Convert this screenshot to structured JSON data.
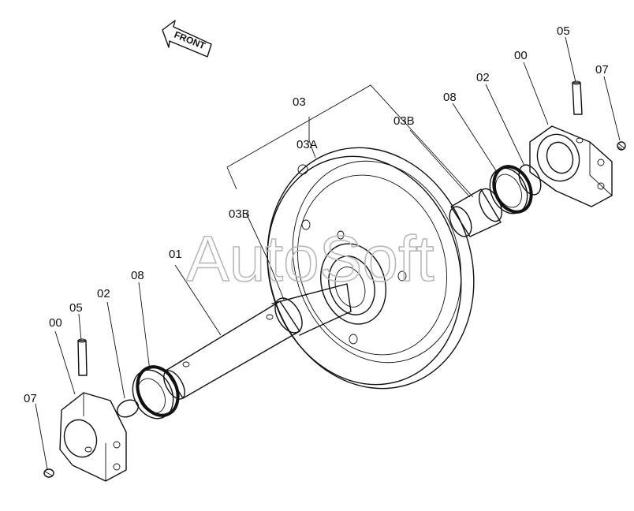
{
  "front_label": "FRONT",
  "watermark": "AutoSoft",
  "callouts": {
    "assembly": "03",
    "wheel": "03A",
    "bushing_right": "03B",
    "bushing_left": "03B",
    "shaft": "01",
    "seal_left": "08",
    "oring_left": "02",
    "pin_left": "05",
    "bracket_left": "00",
    "plug_left": "07",
    "seal_right": "08",
    "oring_right": "02",
    "bracket_right": "00",
    "pin_right": "05",
    "plug_right": "07"
  }
}
